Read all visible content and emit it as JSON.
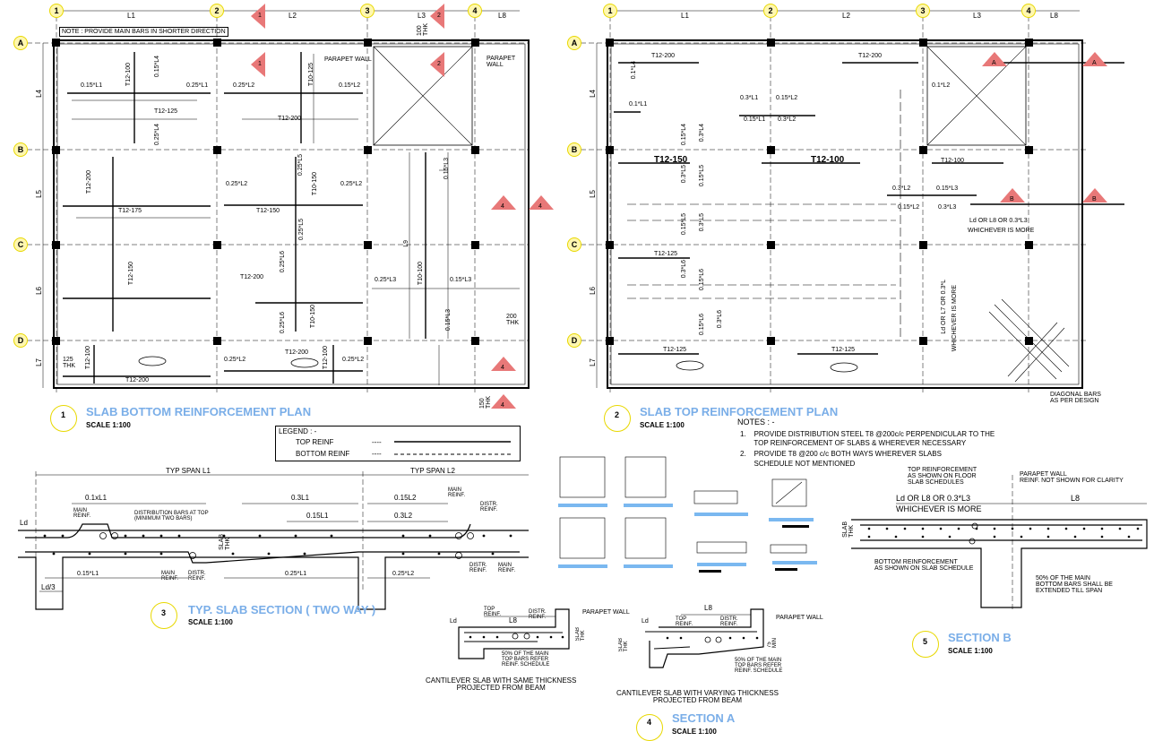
{
  "colors": {
    "title": "#7aaee8",
    "bubble_stroke": "#e8d800",
    "bubble_fill": "#fff7b0",
    "section_marker": "#e87878",
    "blue_bar": "#7ab8f0"
  },
  "grid": {
    "columns": [
      "1",
      "2",
      "3",
      "4"
    ],
    "rows": [
      "A",
      "B",
      "C",
      "D"
    ],
    "spans": [
      "L1",
      "L2",
      "L3",
      "L8"
    ],
    "row_spans": [
      "L4",
      "L5",
      "L6",
      "L7"
    ]
  },
  "plan1": {
    "note": "NOTE : PROVIDE MAIN BARS IN SHORTER DIRECTION",
    "title": "SLAB BOTTOM REINFORCEMENT PLAN",
    "number": "1",
    "scale": "SCALE    1:100",
    "parapet1": "PARAPET WALL",
    "parapet2": "PARAPET\nWALL",
    "thk100": "100\nTHK",
    "thk200": "200\nTHK",
    "thk150": "150\nTHK",
    "thk125": "125\nTHK",
    "labels": [
      "0.15*L1",
      "0.25*L1",
      "0.25*L2",
      "0.15*L2",
      "T12-125",
      "T12-200",
      "T12-100",
      "T10-125",
      "0.15*L4",
      "0.25*L4",
      "T12-200",
      "T12-175",
      "T12-150",
      "0.25*L2",
      "0.25*L2",
      "0.25*L5",
      "T10-150",
      "0.25*L5",
      "L9",
      "0.15*L3",
      "T12-150",
      "0.25*L6",
      "0.25*L3",
      "T10-100",
      "0.15*L3",
      "T10-150",
      "0.25*L6",
      "0.15*L3",
      "T12-100",
      "T12-200",
      "0.25*L2",
      "T12-200",
      "T12-100",
      "0.25*L2",
      "T12-200"
    ]
  },
  "plan2": {
    "title": "SLAB TOP REINFORCEMENT PLAN",
    "number": "2",
    "scale": "SCALE    1:100",
    "labels": [
      "T12-200",
      "T12-200",
      "0.1*L4",
      "0.1*L2",
      "0.1*L1",
      "0.3*L1",
      "0.15*L2",
      "0.15*L1",
      "0.3*L2",
      "0.15*L4",
      "0.3*L4",
      "T12-150",
      "T12-100",
      "T12-100",
      "0.3*L5",
      "0.15*L5",
      "0.3*L2",
      "0.15*L3",
      "0.15*L2",
      "0.3*L3",
      "Ld OR L8 OR 0.3*L3",
      "WHICHEVER IS MORE",
      "0.15*L5",
      "0.3*L5",
      "T12-125",
      "0.3*L6",
      "0.15*L6",
      "Ld OR L7 OR 0.3*L",
      "WHICHEVER IS MORE",
      "0.15*L6",
      "0.3*L6",
      "T12-125",
      "T12-125",
      "DIAGONAL BARS\nAS PER DESIGN"
    ]
  },
  "legend": {
    "title": "LEGEND : -",
    "top": "TOP REINF",
    "bottom": "BOTTOM  REINF",
    "dashes": "----"
  },
  "notes": {
    "title": "NOTES : -",
    "items": [
      "1.    PROVIDE DISTRIBUTION STEEL T8 @200c/c PERPENDICULAR TO THE",
      "       TOP REINFORCEMENT OF SLABS & WHEREVER NECESSARY",
      "2.    PROVIDE T8 @200 c/c BOTH WAYS WHEREVER SLABS",
      "       SCHEDULE NOT MENTIONED"
    ]
  },
  "section3": {
    "title": "TYP. SLAB SECTION ( TWO WAY )",
    "number": "3",
    "scale": "SCALE    1:100",
    "typ_l1": "TYP SPAN L1",
    "typ_l2": "TYP SPAN L2",
    "labels": [
      "0.1xL1",
      "0.3L1",
      "0.15L1",
      "0.15L2",
      "0.3L2",
      "MAIN\nREINF.",
      "DISTRIBUTION BARS AT TOP\n(MINIMUM TWO BARS)",
      "MAIN\nREINF.",
      "DISTR.\nREINF.",
      "Ld",
      "Ld/3",
      "0.15*L1",
      "MAIN\nREINF.",
      "DISTR.\nREINF.",
      "0.25*L1",
      "0.25*L2",
      "DISTR.\nREINF.",
      "MAIN\nREINF.",
      "SLAB\nTHK"
    ]
  },
  "section4": {
    "title": "SECTION A",
    "number": "4",
    "scale": "SCALE    1:100",
    "cap1": "CANTILEVER SLAB WITH SAME THICKNESS\nPROJECTED FROM BEAM",
    "cap2": "CANTILEVER SLAB WITH VARYING THICKNESS\nPROJECTED FROM BEAM",
    "labels": [
      "L8",
      "PARAPET WALL",
      "Ld",
      "TOP\nREINF.",
      "DISTR.\nREINF.",
      "SLAB\nTHK",
      "50% OF THE MAIN\nTOP BARS REFER\nREINF. SCHEDULE",
      "L8",
      "PARAPET WALL",
      "Ld",
      "TOP\nREINF.",
      "DISTR.\nREINF.",
      "SLAB\nTHK",
      "75\nMIN",
      "50% OF THE MAIN\nTOP BARS REFER\nREINF. SCHEDULE"
    ]
  },
  "section5": {
    "title": "SECTION B",
    "number": "5",
    "scale": "SCALE    1:100",
    "labels": [
      "TOP REINFORCEMENT\nAS SHOWN ON FLOOR\nSLAB SCHEDULES",
      "PARAPET WALL\nREINF. NOT SHOWN FOR CLARITY",
      "Ld OR L8 OR 0.3*L3",
      "WHICHEVER IS MORE",
      "L8",
      "SLAB\nTHK",
      "BOTTOM REINFORCEMENT\nAS SHOWN ON SLAB SCHEDULE",
      "50% OF THE MAIN\nBOTTOM BARS SHALL BE\nEXTENDED TILL SPAN"
    ]
  },
  "markers": {
    "A": "A",
    "B": "B",
    "one": "1",
    "two": "2",
    "four": "4"
  }
}
